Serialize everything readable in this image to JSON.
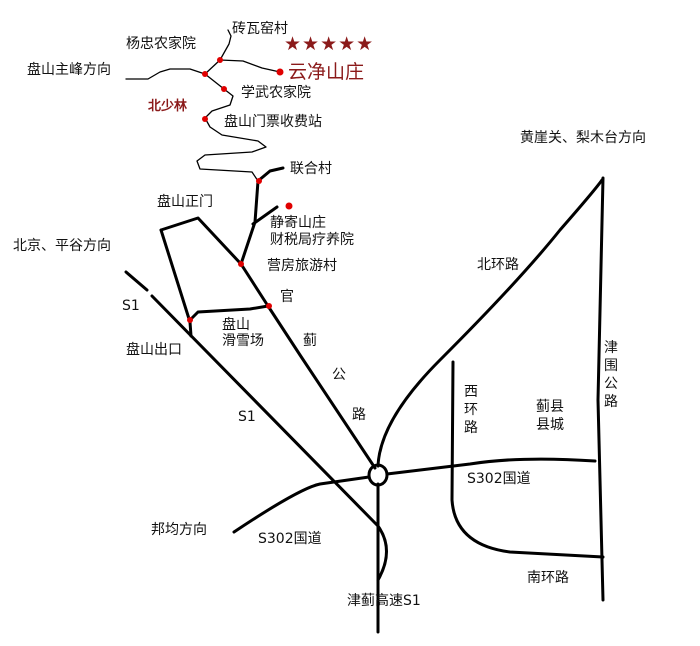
{
  "title": "云净山庄",
  "rating_stars": "★★★★★",
  "colors": {
    "road": "#000000",
    "marker": "#e00000",
    "highlight_text": "#8b1a1a"
  },
  "labels": {
    "zhuanwayao": "砖瓦窑村",
    "yangzhong": "杨忠农家院",
    "panshan_peak": "盘山主峰方向",
    "xuewu": "学武农家院",
    "beishaolin": "北少林",
    "ticket_station": "盘山门票收费站",
    "lianhe": "联合村",
    "zhengmen": "盘山正门",
    "jingji": "静寄山庄",
    "caishui": "财税局疗养院",
    "beijing": "北京、平谷方向",
    "yingfang": "营房旅游村",
    "guan": "官",
    "s1_top": "S1",
    "ski_1": "盘山",
    "ski_2": "滑雪场",
    "exit": "盘山出口",
    "ji": "蓟",
    "gong": "公",
    "lu": "路",
    "s1_mid": "S1",
    "huangya": "黄崖关、梨木台方向",
    "beihuan": "北环路",
    "xihuan": "西环路",
    "jinwei": "津围公路",
    "jixian_1": "蓟县",
    "jixian_2": "县城",
    "s302_right": "S302国道",
    "bangjun": "邦均方向",
    "s302_left": "S302国道",
    "nanhuan": "南环路",
    "jinji": "津蓟高速S1"
  }
}
